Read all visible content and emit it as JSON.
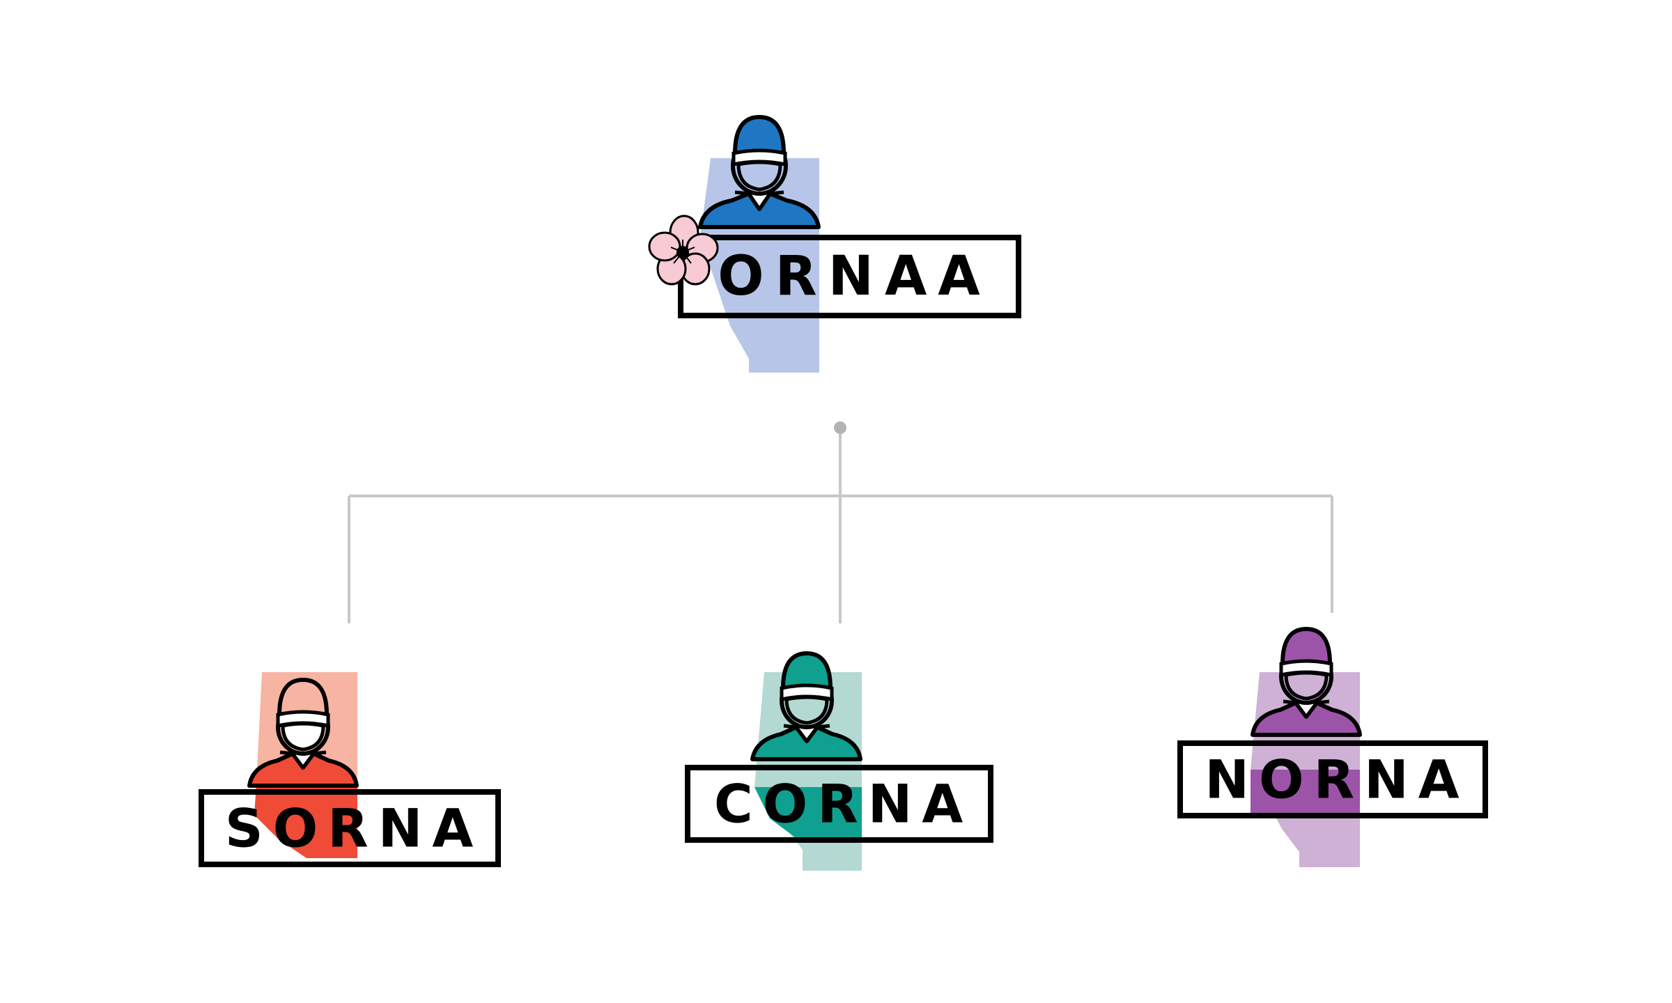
{
  "colors": {
    "background": "#ffffff",
    "connector": "#c8c8c8",
    "connector_dot": "#b3b3b3",
    "outline": "#000000",
    "flower_petal": "#f7cad4"
  },
  "root": {
    "label": "ORNAA",
    "shirt": "#1f76c2",
    "light": "#b7c6e8",
    "icon": "surgeon-icon",
    "accent_icon": "flower-icon"
  },
  "children": [
    {
      "label": "SORNA",
      "shirt": "#ef4b37",
      "light": "#f7b4a2",
      "icon": "surgeon-icon"
    },
    {
      "label": "CORNA",
      "shirt": "#0fa08f",
      "light": "#b3d9d2",
      "icon": "surgeon-icon"
    },
    {
      "label": "NORNA",
      "shirt": "#9c54a8",
      "light": "#cfb1d6",
      "icon": "surgeon-icon"
    }
  ]
}
